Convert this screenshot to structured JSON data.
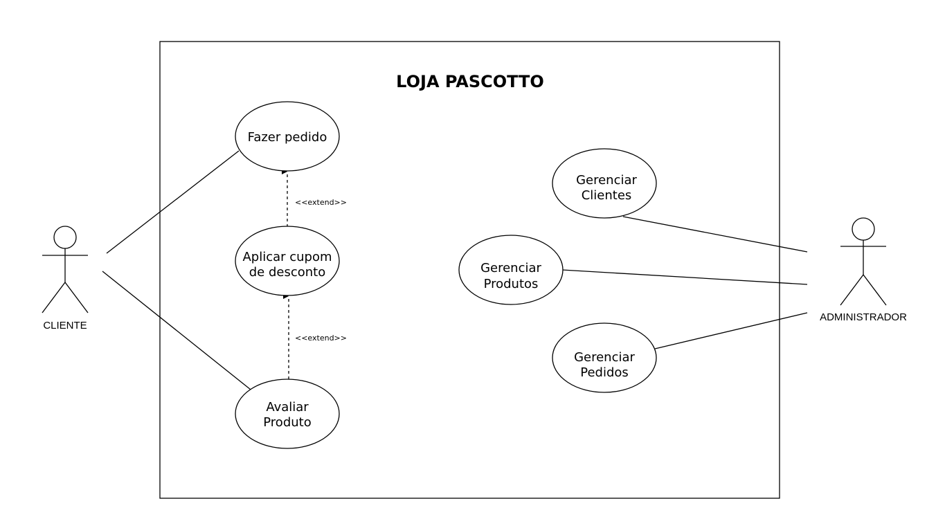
{
  "system": {
    "title": "LOJA PASCOTTO"
  },
  "actors": {
    "cliente": {
      "label": "CLIENTE"
    },
    "administrador": {
      "label": "ADMINISTRADOR"
    }
  },
  "use_cases": {
    "fazer_pedido": {
      "lines": [
        "Fazer pedido"
      ]
    },
    "aplicar_cupom": {
      "lines": [
        "Aplicar cupom",
        "de desconto"
      ]
    },
    "avaliar_produto": {
      "lines": [
        "Avaliar",
        "Produto"
      ]
    },
    "gerenciar_clientes": {
      "lines": [
        "Gerenciar",
        "Clientes"
      ]
    },
    "gerenciar_produtos": {
      "lines": [
        "Gerenciar",
        "Produtos"
      ]
    },
    "gerenciar_pedidos": {
      "lines": [
        "Gerenciar",
        "Pedidos"
      ]
    }
  },
  "relations": {
    "extend_1": {
      "label": "<<extend>>"
    },
    "extend_2": {
      "label": "<<extend>>"
    }
  }
}
